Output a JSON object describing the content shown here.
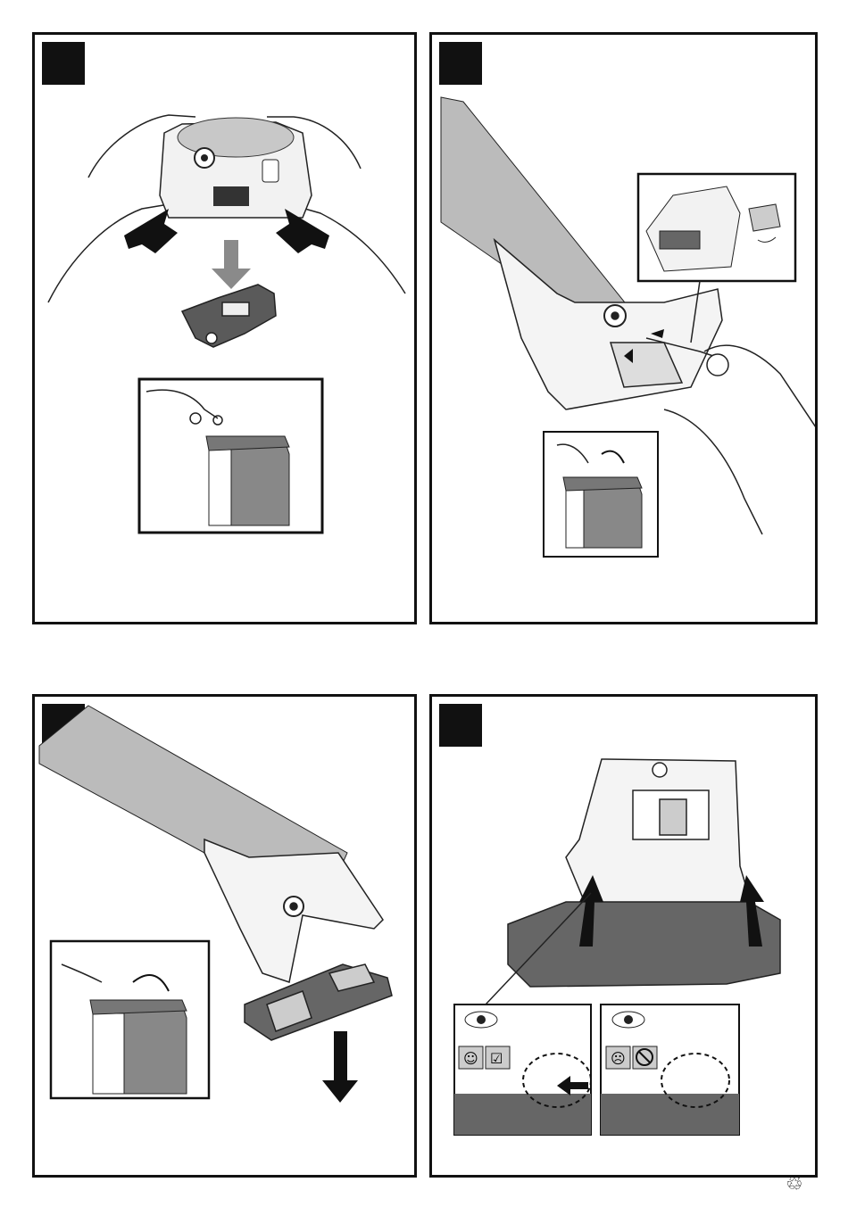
{
  "page": {
    "background": "#ffffff"
  },
  "panels": [
    {
      "id": "step-1",
      "description_icons": [
        "hands-icon",
        "press-arrow-icon",
        "clamp-part-icon",
        "box-icon"
      ]
    },
    {
      "id": "step-2",
      "description_icons": [
        "bar-foot-icon",
        "key-icon",
        "detail-inset-icon",
        "box-icon"
      ]
    },
    {
      "id": "step-3",
      "description_icons": [
        "bar-foot-icon",
        "pad-icon",
        "down-arrow-icon",
        "box-icon"
      ]
    },
    {
      "id": "step-4",
      "description_icons": [
        "foot-underside-icon",
        "up-arrow-icon",
        "eye-icon",
        "smiley-icon",
        "check-icon",
        "sad-icon",
        "no-icon"
      ]
    }
  ],
  "footer": {
    "recycle_symbol": "♲"
  }
}
